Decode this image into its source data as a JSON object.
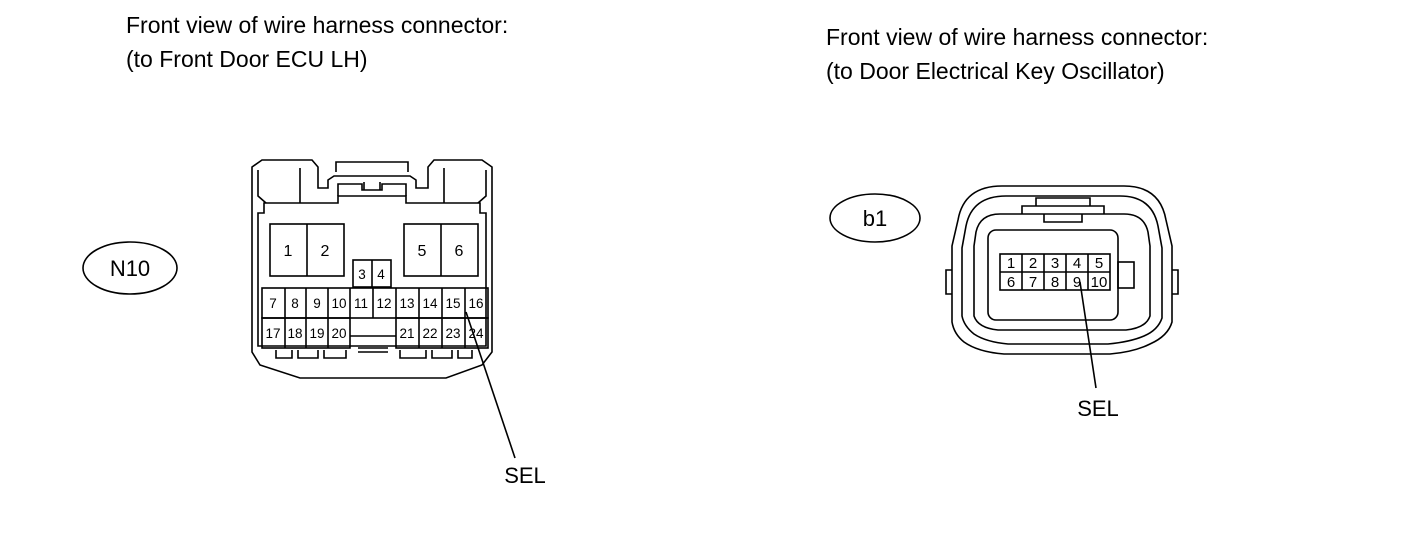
{
  "left": {
    "caption_line1": "Front view of wire harness connector:",
    "caption_line2": "(to Front Door ECU LH)",
    "connector_id": "N10",
    "selector_label": "SEL",
    "pins": [
      "1",
      "2",
      "3",
      "4",
      "5",
      "6",
      "7",
      "8",
      "9",
      "10",
      "11",
      "12",
      "13",
      "14",
      "15",
      "16",
      "17",
      "18",
      "19",
      "20",
      "21",
      "22",
      "23",
      "24"
    ]
  },
  "right": {
    "caption_line1": "Front view of wire harness connector:",
    "caption_line2": "(to Door Electrical Key Oscillator)",
    "connector_id": "b1",
    "selector_label": "SEL",
    "pins": [
      "1",
      "2",
      "3",
      "4",
      "5",
      "6",
      "7",
      "8",
      "9",
      "10"
    ]
  }
}
